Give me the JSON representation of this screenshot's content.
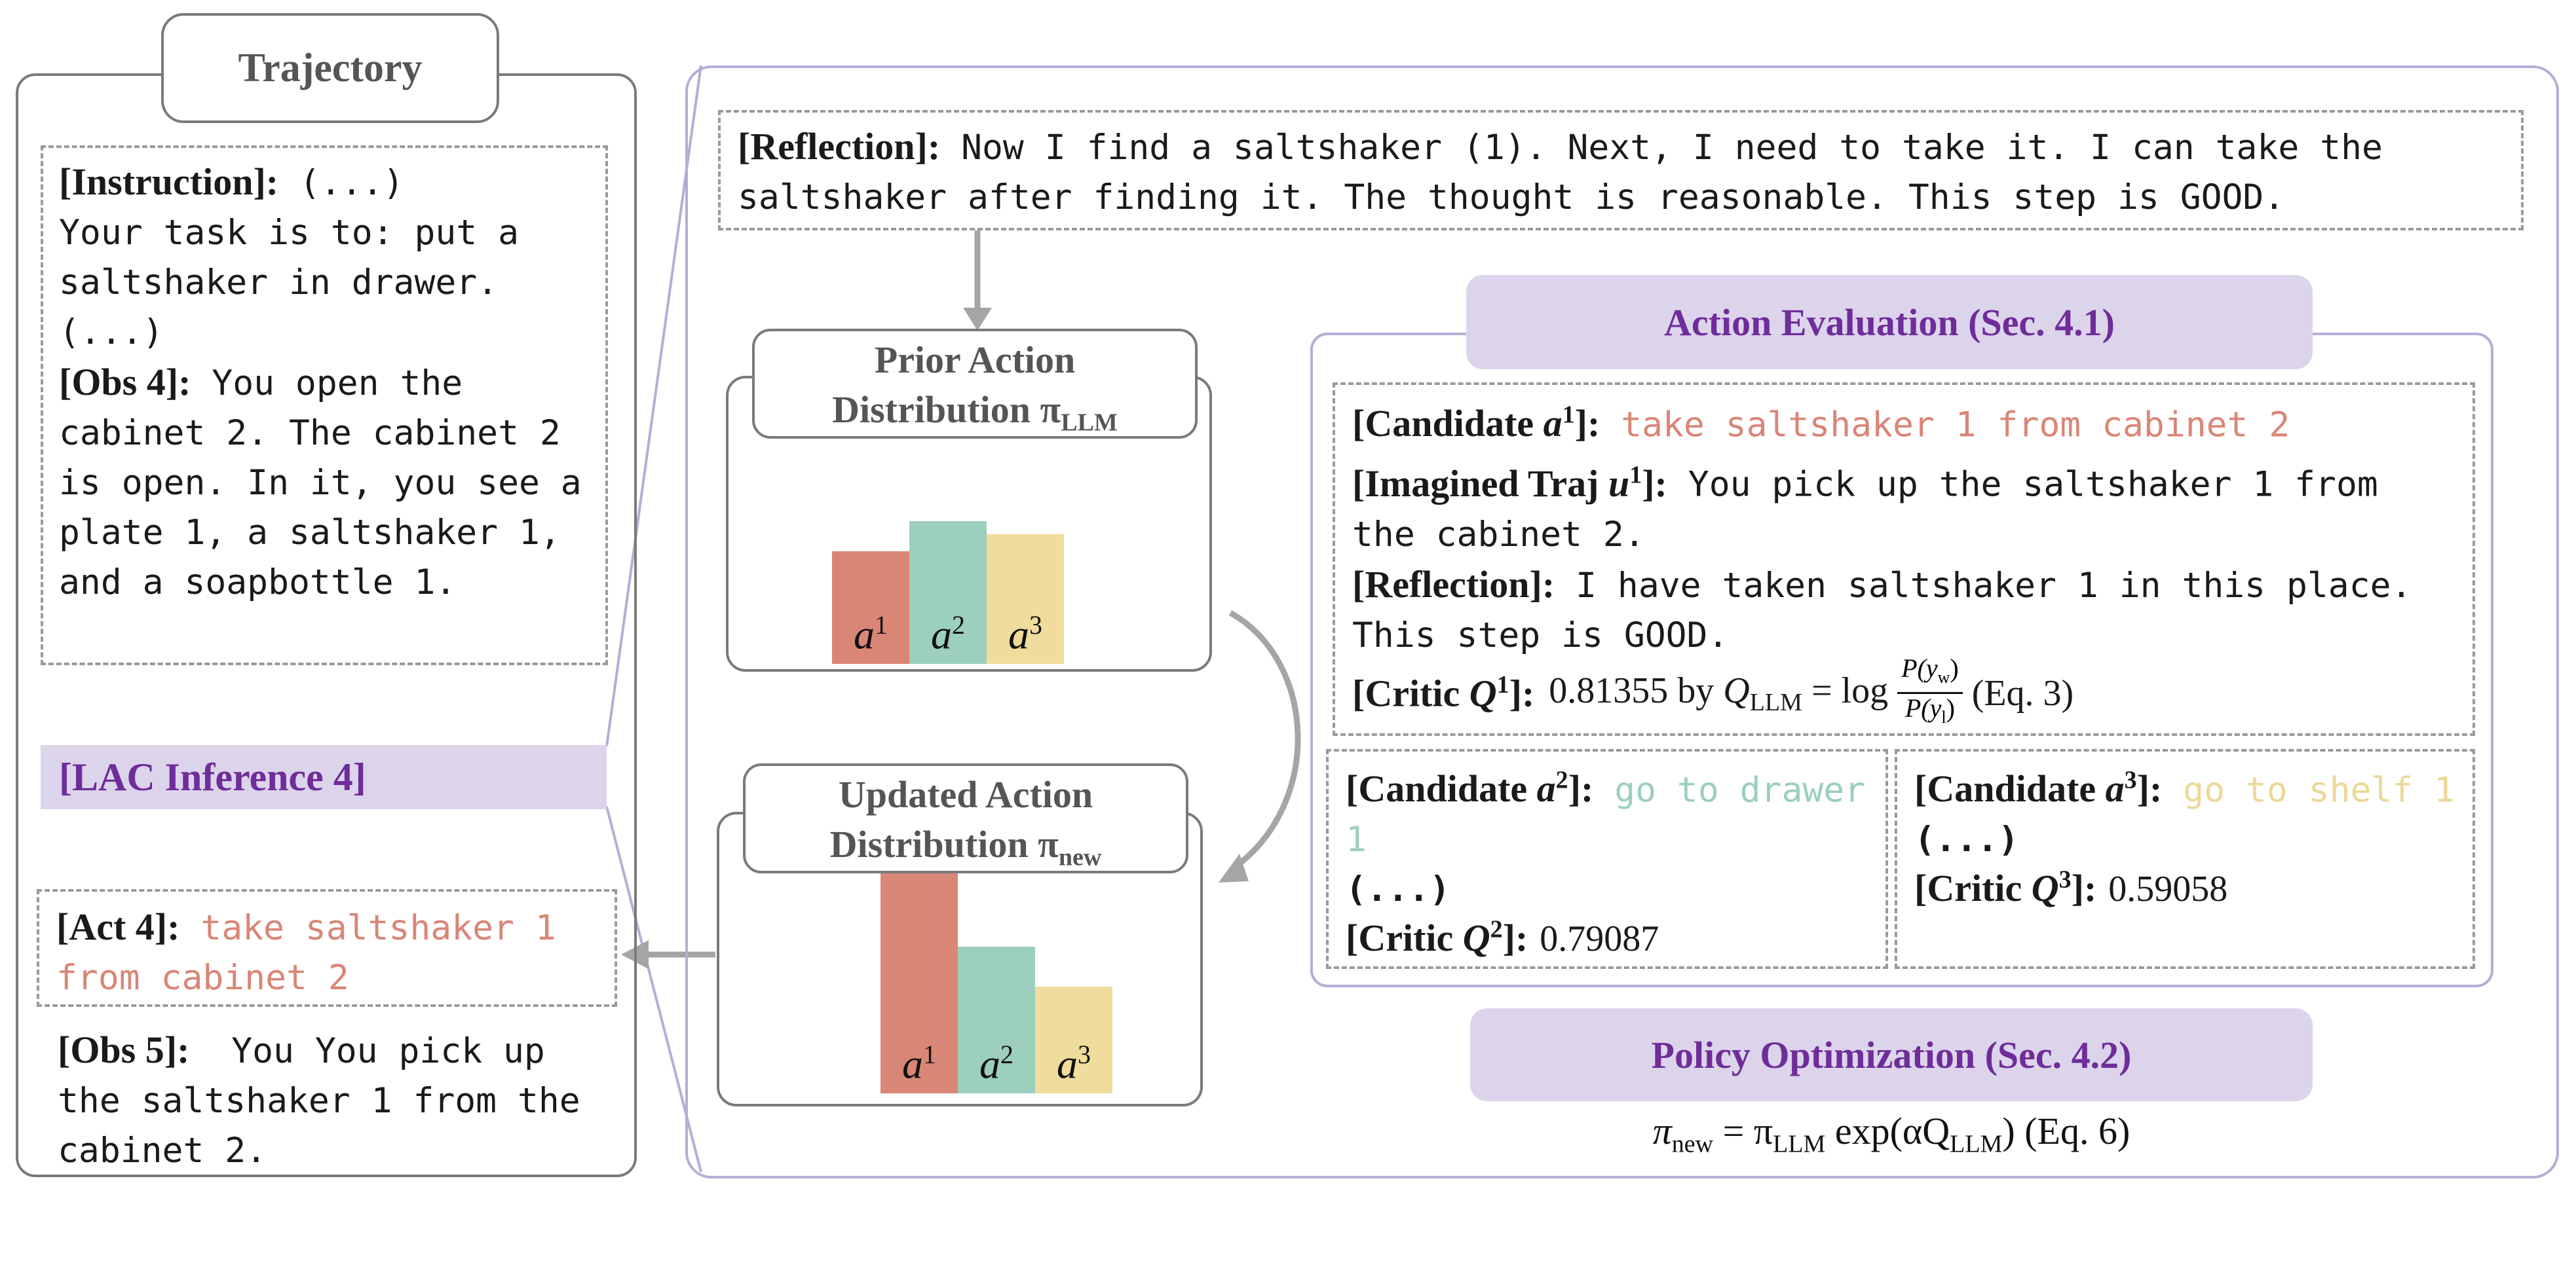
{
  "trajectory": {
    "title": "Trajectory",
    "instruction_tag": "[Instruction]:",
    "instruction_ellipsis": " (...)",
    "instruction_text": "Your task is to: put a saltshaker in drawer.\n(...)",
    "obs4_tag": "[Obs 4]:",
    "obs4_text": " You open the cabinet 2. The cabinet 2 is open. In it, you see a plate 1, a saltshaker 1, and a soapbottle 1.",
    "inference_label": "[LAC Inference 4]",
    "act4_tag": "[Act 4]:",
    "act4_text": " take saltshaker 1 from cabinet 2",
    "obs5_tag": "[Obs 5]:",
    "obs5_text": "  You You pick up the saltshaker 1 from the cabinet 2."
  },
  "reflection": {
    "tag": "[Reflection]:",
    "text": " Now I find a saltshaker (1). Next, I need to take it. I can take the saltshaker after finding it. The thought is reasonable. This step is GOOD."
  },
  "prior": {
    "title_line1": "Prior Action",
    "title_line2": "Distribution π",
    "title_sub": "LLM"
  },
  "updated": {
    "title_line1": "Updated Action",
    "title_line2": "Distribution π",
    "title_sub": "new"
  },
  "chart_data": [
    {
      "type": "bar",
      "name": "prior",
      "categories": [
        "a1",
        "a2",
        "a3"
      ],
      "values": [
        0.33,
        0.42,
        0.38
      ],
      "colors": [
        "#d98677",
        "#9ccfbd",
        "#f0dc9c"
      ]
    },
    {
      "type": "bar",
      "name": "updated",
      "categories": [
        "a1",
        "a2",
        "a3"
      ],
      "values": [
        0.5,
        0.33,
        0.24
      ],
      "colors": [
        "#d98677",
        "#9ccfbd",
        "#f0dc9c"
      ]
    }
  ],
  "action_eval": {
    "title": "Action Evaluation (Sec. 4.1)",
    "cand1_tag": "[Candidate ",
    "cand1_sup": "1",
    "cand1_text": " take saltshaker 1 from cabinet 2",
    "imagined_tag": "[Imagined Traj ",
    "imagined_sup": "1",
    "imagined_text": " You pick up the saltshaker 1 from the cabinet 2.",
    "reflection_tag": "[Reflection]:",
    "reflection_text": " I have taken saltshaker 1 in this place. This step is GOOD.",
    "critic1_tag": "[Critic ",
    "critic1_sup": "1",
    "critic1_value": "0.81355 by",
    "critic1_formula_pre": "Q",
    "critic1_formula_sub": "LLM",
    "critic1_formula_log": " = log ",
    "critic1_frac_num": "P(y",
    "critic1_frac_num_sub": "w",
    "critic1_frac_den": "P(y",
    "critic1_frac_den_sub": "l",
    "critic1_eq": "(Eq. 3)",
    "cand2_tag": "[Candidate ",
    "cand2_sup": "2",
    "cand2_text": " go to drawer 1",
    "cand2_ellipsis": "(...)",
    "critic2_tag": "[Critic ",
    "critic2_sup": "2",
    "critic2_value": "0.79087",
    "cand3_tag": "[Candidate ",
    "cand3_sup": "3",
    "cand3_text": " go to shelf 1",
    "cand3_ellipsis": "(...)",
    "critic3_tag": "[Critic ",
    "critic3_sup": "3",
    "critic3_value": "0.59058"
  },
  "policy_opt": {
    "title": "Policy Optimization (Sec. 4.2)",
    "formula_pi": "π",
    "formula_new": "new",
    "formula_eq": " = π",
    "formula_llm": "LLM",
    "formula_exp": " exp(αQ",
    "formula_llm2": "LLM",
    "formula_close": ") (Eq. 6)"
  },
  "colors": {
    "red": "#d98677",
    "teal": "#9ccfbd",
    "yellow": "#f0dc9c",
    "purple_fill": "#dcd4eb",
    "purple_text": "#6f2c9a",
    "frame_purple": "#b7acd6"
  }
}
